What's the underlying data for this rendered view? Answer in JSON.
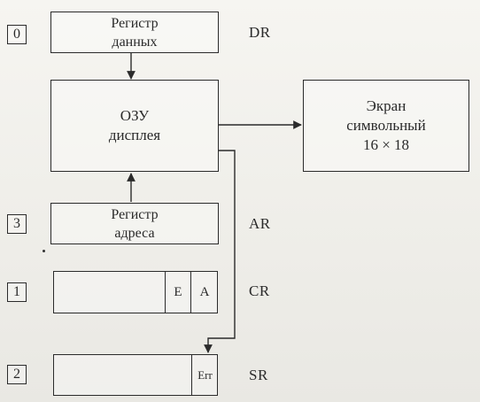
{
  "registers": {
    "dr": {
      "number": "0",
      "line1": "Регистр",
      "line2": "данных",
      "tag": "DR"
    },
    "ozu": {
      "line1": "ОЗУ",
      "line2": "дисплея"
    },
    "screen": {
      "line1": "Экран",
      "line2": "символьный",
      "line3": "16 × 18"
    },
    "ar": {
      "number": "3",
      "line1": "Регистр",
      "line2": "адреса",
      "tag": "AR"
    },
    "cr": {
      "number": "1",
      "bit_e": "E",
      "bit_a": "A",
      "tag": "CR"
    },
    "sr": {
      "number": "2",
      "bit_err": "Err",
      "tag": "SR"
    }
  }
}
